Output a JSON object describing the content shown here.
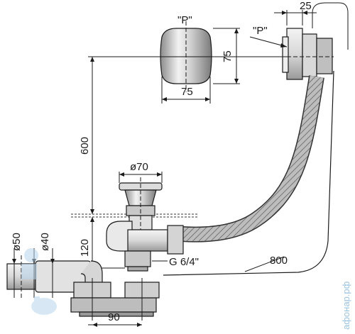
{
  "labels": {
    "p_top": "\"P\"",
    "p_side": "\"P\"",
    "dim_25": "25",
    "dim_75_h": "75",
    "dim_75_w": "75",
    "dim_600": "600",
    "dim_70": "ø70",
    "dim_50": "ø50",
    "dim_40": "ø40",
    "dim_120": "120",
    "thread": "G 6/4\"",
    "dim_800": "800",
    "dim_90": "90",
    "watermark": "афонар.рф"
  },
  "colors": {
    "line": "#1a1a1a",
    "metal_light": "#e6e6e6",
    "metal_dark": "#8c8c8c",
    "hose": "#9a9a9a",
    "watermark": "#9cc3e0"
  }
}
